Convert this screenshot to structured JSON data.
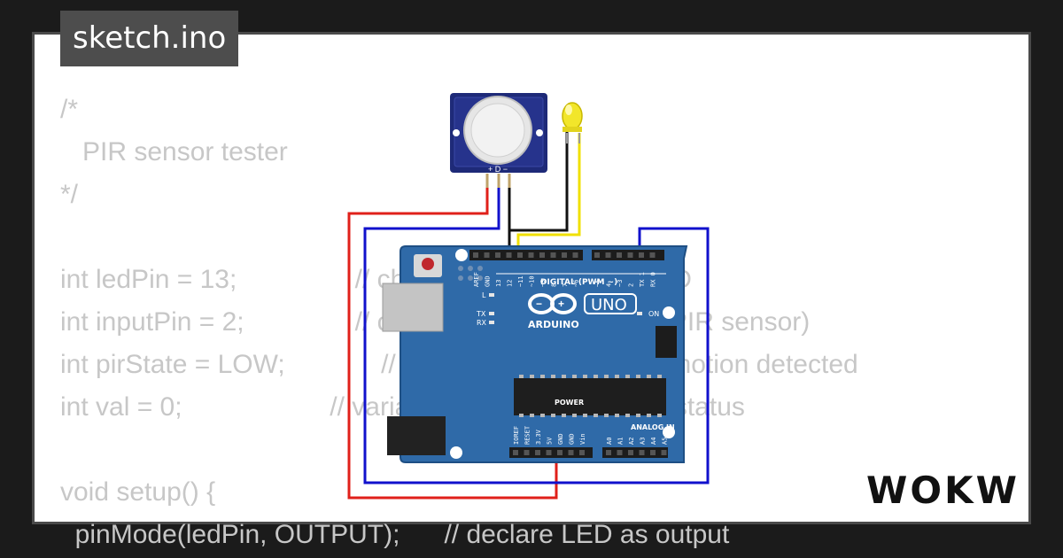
{
  "file_tab": {
    "label": "sketch.ino"
  },
  "code_lines": [
    "/*",
    "   PIR sensor tester",
    "*/",
    "",
    "int ledPin = 13;                // choose the pin for the LED",
    "int inputPin = 2;               // choose the input pin (for PIR sensor)",
    "int pirState = LOW;             // we start, assuming no motion detected",
    "int val = 0;                    // variable for reading the pin status",
    "",
    "void setup() {",
    "  pinMode(ledPin, OUTPUT);      // declare LED as output"
  ],
  "pir_sensor": {
    "pin_labels": [
      "+",
      "D",
      "−"
    ]
  },
  "arduino": {
    "brand": "ARDUINO",
    "model": "UNO",
    "digital_header_label": "DIGITAL (PWM ~)",
    "digital_pins": [
      "AREF",
      "GND",
      "13",
      "12",
      "~11",
      "~10",
      "~9",
      "8",
      "7",
      "~6",
      "~5",
      "4",
      "~3",
      "2",
      "TX 1",
      "RX 0"
    ],
    "power_header_label": "POWER",
    "power_pins": [
      "IOREF",
      "RESET",
      "3.3V",
      "5V",
      "GND",
      "GND",
      "Vin"
    ],
    "analog_header_label": "ANALOG IN",
    "analog_pins": [
      "A0",
      "A1",
      "A2",
      "A3",
      "A4",
      "A5"
    ],
    "led_labels": {
      "l": "L",
      "tx": "TX",
      "rx": "RX",
      "on": "ON"
    }
  },
  "wire_colors": {
    "power": "#e0201a",
    "ground": "#1111cc",
    "gnd_black": "#111111",
    "signal": "#f0e000"
  },
  "brand_logo": {
    "text": "WOKWi"
  }
}
